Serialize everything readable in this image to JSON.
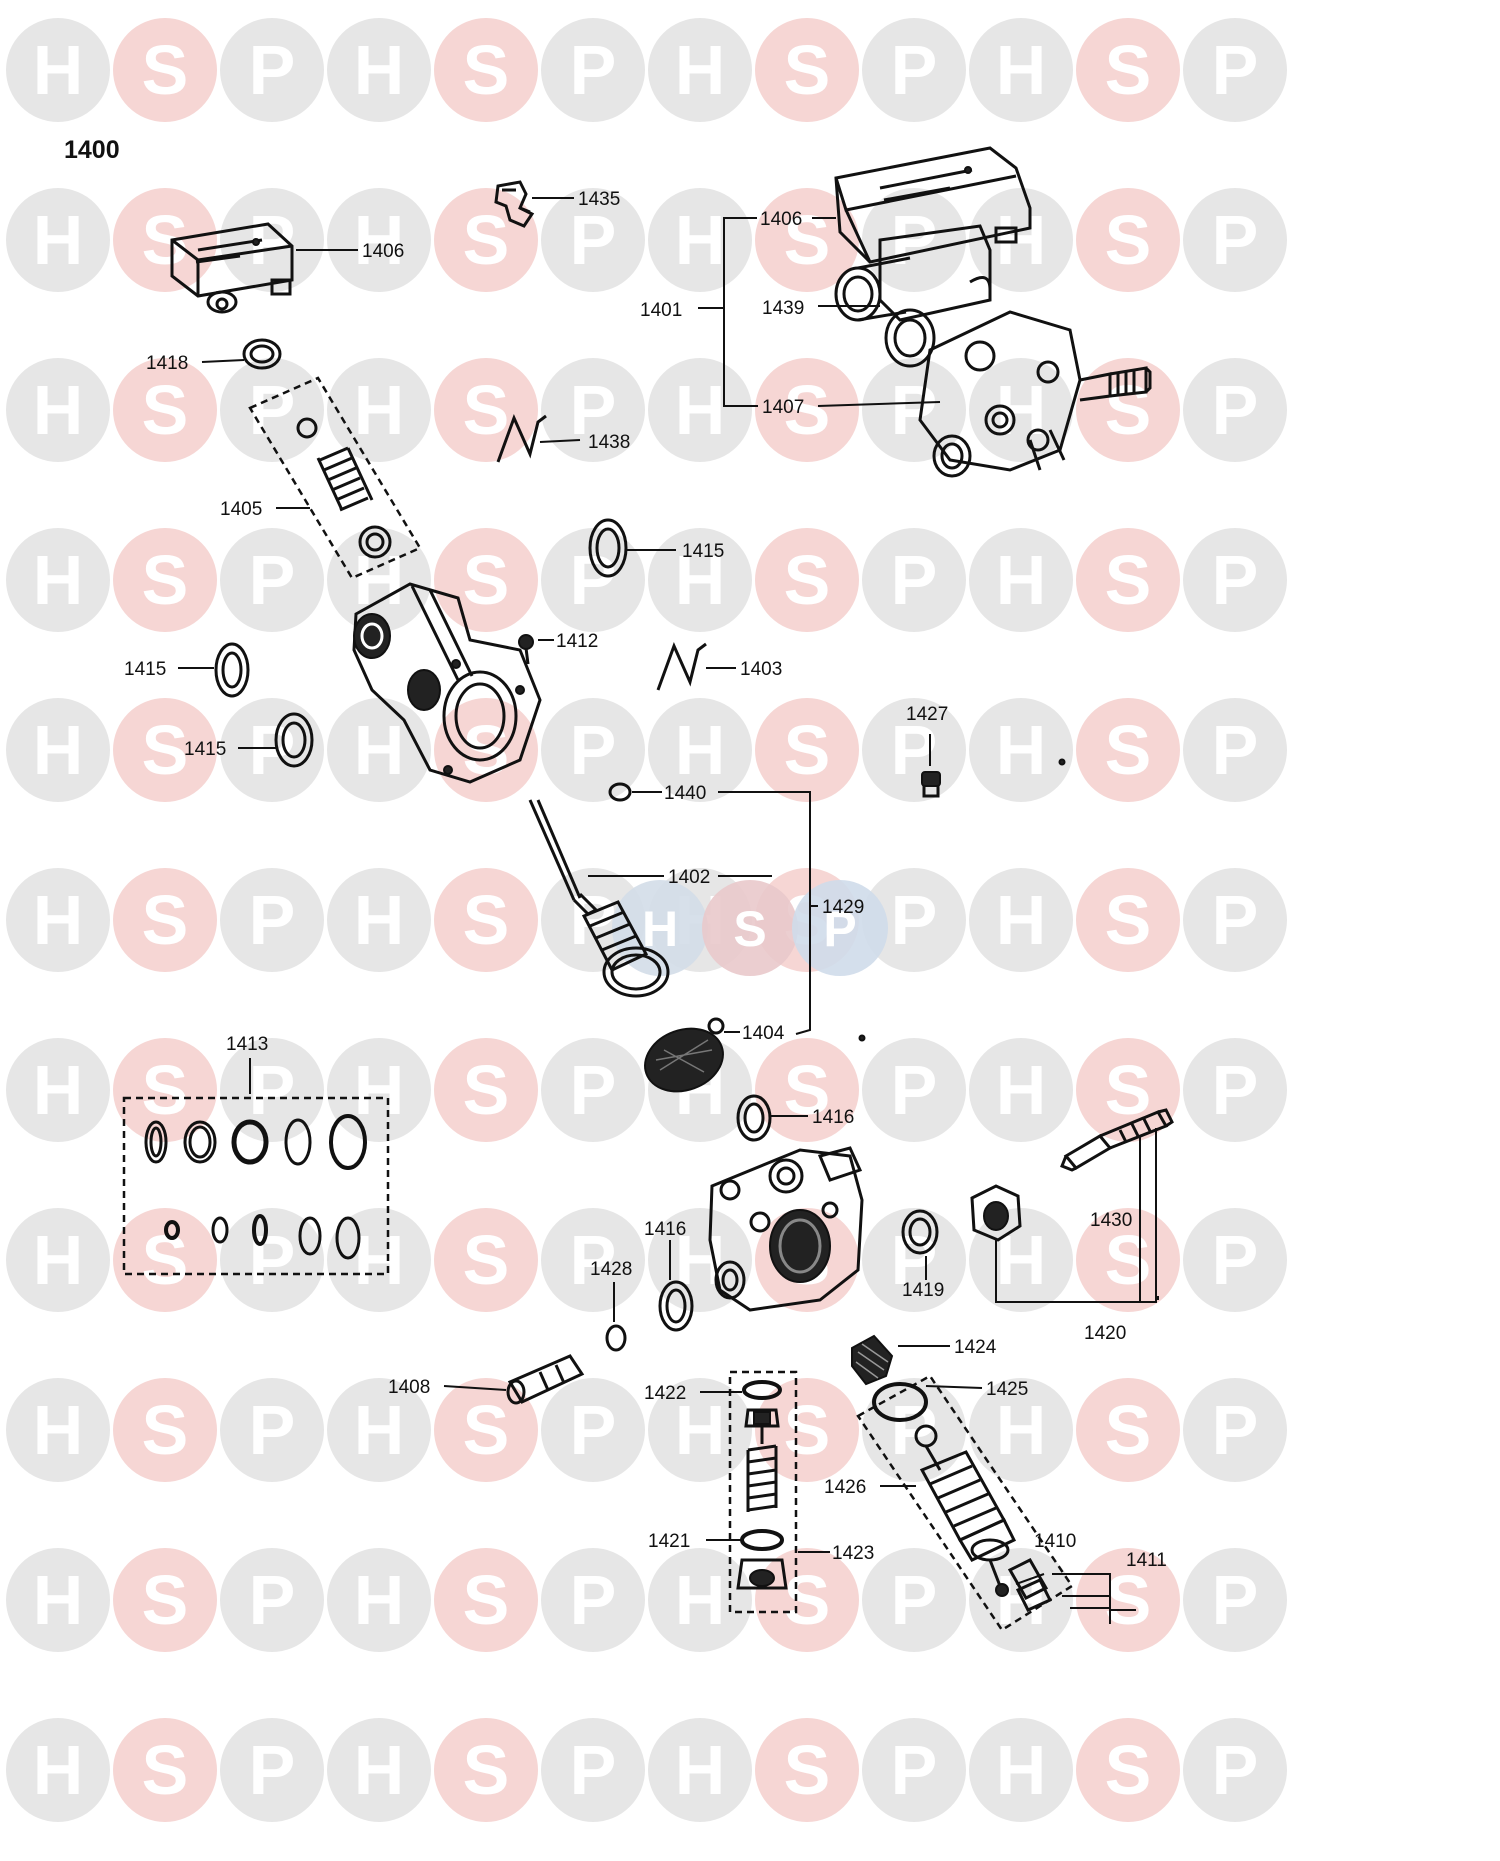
{
  "diagram": {
    "title": "1400",
    "watermark": {
      "letters": [
        "H",
        "S",
        "P"
      ],
      "colors": [
        "#e6e6e6",
        "#f6d6d4",
        "#e6e6e6"
      ],
      "center_colors": [
        "#d3dde8",
        "#e9c9cb",
        "#cfdcea"
      ]
    },
    "labels": {
      "p1400": "1400",
      "p1435": "1435",
      "p1406a": "1406",
      "p1406b": "1406",
      "p1401": "1401",
      "p1439": "1439",
      "p1407": "1407",
      "p1418": "1418",
      "p1438": "1438",
      "p1405": "1405",
      "p1415a": "1415",
      "p1415b": "1415",
      "p1415c": "1415",
      "p1412": "1412",
      "p1403": "1403",
      "p1427": "1427",
      "p1440": "1440",
      "p1402": "1402",
      "p1429": "1429",
      "p1404": "1404",
      "p1413": "1413",
      "p1416a": "1416",
      "p1416b": "1416",
      "p1430": "1430",
      "p1428": "1428",
      "p1419": "1419",
      "p1420": "1420",
      "p1424": "1424",
      "p1408": "1408",
      "p1422": "1422",
      "p1425": "1425",
      "p1426": "1426",
      "p1421": "1421",
      "p1423": "1423",
      "p1410": "1410",
      "p1411": "1411"
    }
  }
}
